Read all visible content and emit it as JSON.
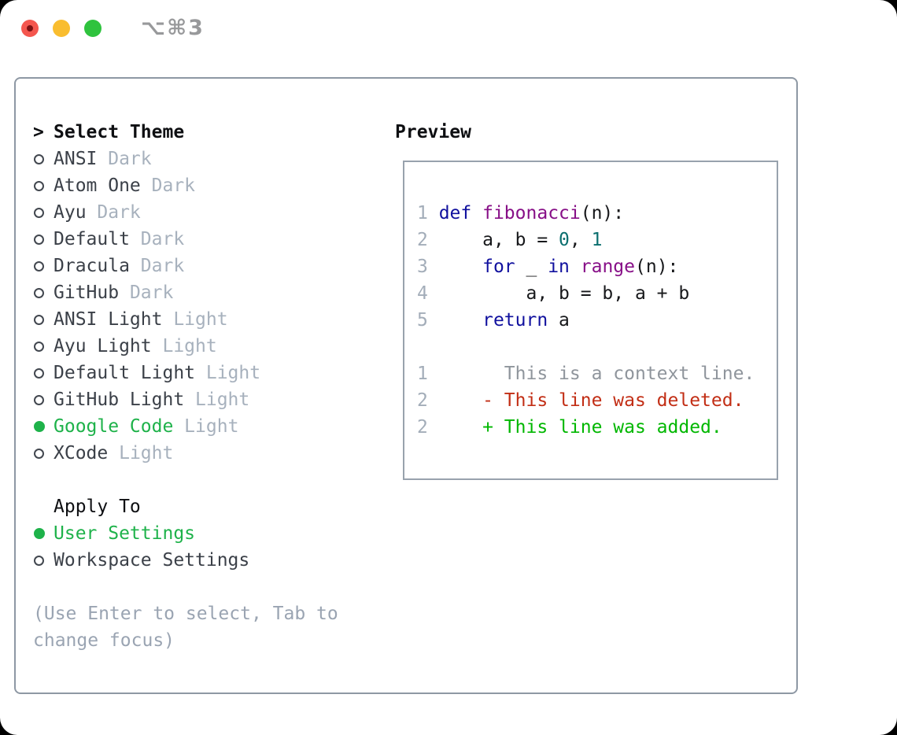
{
  "window": {
    "title": "⌥⌘3"
  },
  "theme_panel": {
    "header": {
      "marker": ">",
      "label": "Select Theme"
    },
    "items": [
      {
        "id": "ansi-dark",
        "name": "ANSI",
        "variant": "Dark",
        "selected": false
      },
      {
        "id": "atom-one-dark",
        "name": "Atom One",
        "variant": "Dark",
        "selected": false
      },
      {
        "id": "ayu-dark",
        "name": "Ayu",
        "variant": "Dark",
        "selected": false
      },
      {
        "id": "default-dark",
        "name": "Default",
        "variant": "Dark",
        "selected": false
      },
      {
        "id": "dracula-dark",
        "name": "Dracula",
        "variant": "Dark",
        "selected": false
      },
      {
        "id": "github-dark",
        "name": "GitHub",
        "variant": "Dark",
        "selected": false
      },
      {
        "id": "ansi-light",
        "name": "ANSI Light",
        "variant": "Light",
        "selected": false
      },
      {
        "id": "ayu-light",
        "name": "Ayu Light",
        "variant": "Light",
        "selected": false
      },
      {
        "id": "default-light",
        "name": "Default Light",
        "variant": "Light",
        "selected": false
      },
      {
        "id": "github-light",
        "name": "GitHub Light",
        "variant": "Light",
        "selected": false
      },
      {
        "id": "google-code",
        "name": "Google Code",
        "variant": "Light",
        "selected": true
      },
      {
        "id": "xcode-light",
        "name": "XCode",
        "variant": "Light",
        "selected": false
      }
    ],
    "apply_to": {
      "label": "Apply To",
      "options": [
        {
          "id": "user-settings",
          "label": "User Settings",
          "selected": true
        },
        {
          "id": "workspace-settings",
          "label": "Workspace Settings",
          "selected": false
        }
      ]
    },
    "help_text": "(Use Enter to select, Tab to change focus)"
  },
  "preview": {
    "label": "Preview",
    "code_lines": [
      {
        "num": "1",
        "tokens": [
          {
            "t": "def",
            "c": "keyword"
          },
          {
            "t": " ",
            "c": "plain"
          },
          {
            "t": "fibonacci",
            "c": "function"
          },
          {
            "t": "(n):",
            "c": "plain"
          }
        ]
      },
      {
        "num": "2",
        "tokens": [
          {
            "t": "    a, b = ",
            "c": "plain"
          },
          {
            "t": "0",
            "c": "number"
          },
          {
            "t": ", ",
            "c": "plain"
          },
          {
            "t": "1",
            "c": "number"
          }
        ]
      },
      {
        "num": "3",
        "tokens": [
          {
            "t": "    ",
            "c": "plain"
          },
          {
            "t": "for",
            "c": "keyword"
          },
          {
            "t": " _ ",
            "c": "plain"
          },
          {
            "t": "in",
            "c": "keyword"
          },
          {
            "t": " ",
            "c": "plain"
          },
          {
            "t": "range",
            "c": "function"
          },
          {
            "t": "(n):",
            "c": "plain"
          }
        ]
      },
      {
        "num": "4",
        "tokens": [
          {
            "t": "        a, b = b, a + b",
            "c": "plain"
          }
        ]
      },
      {
        "num": "5",
        "tokens": [
          {
            "t": "    ",
            "c": "plain"
          },
          {
            "t": "return",
            "c": "keyword"
          },
          {
            "t": " a",
            "c": "plain"
          }
        ]
      }
    ],
    "diff_lines": [
      {
        "num": "1",
        "tokens": [
          {
            "t": "      This is a context line.",
            "c": "context"
          }
        ]
      },
      {
        "num": "2",
        "tokens": [
          {
            "t": "    - This line was deleted.",
            "c": "deleted"
          }
        ]
      },
      {
        "num": "2",
        "tokens": [
          {
            "t": "    + This line was added.",
            "c": "added"
          }
        ]
      }
    ]
  },
  "colors": {
    "ui": {
      "window_bg": "#ffffff",
      "accent_green": "#1eb24a",
      "panel_border": "#8e98a4",
      "item_text": "#3b4048",
      "variant_text": "#a7b1bd",
      "heading_text": "#0e0f12",
      "help_text": "#9aa4b2",
      "radio_outline": "#42474f",
      "window_title": "#98999b",
      "traffic_red": "#f4564e",
      "traffic_red_dot": "#7c1113",
      "traffic_yellow": "#f9bd2f",
      "traffic_green": "#2fc33e"
    },
    "syntax": {
      "keyword": "#10109e",
      "function": "#870f87",
      "number": "#0b6f6f",
      "plain": "#17181b",
      "line_number": "#a3adb9",
      "context": "#8f959c",
      "deleted": "#c22e15",
      "added": "#00b700",
      "box_border": "#98a2ad"
    }
  }
}
